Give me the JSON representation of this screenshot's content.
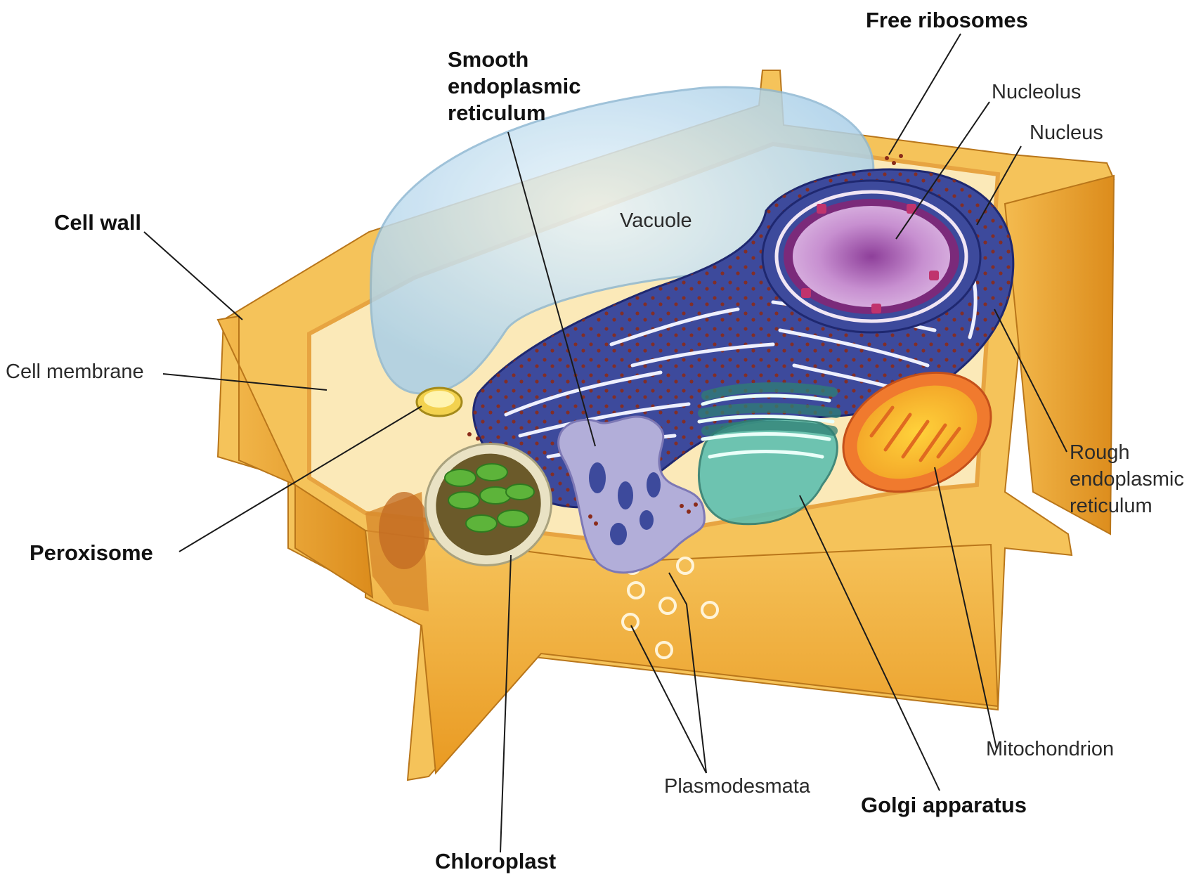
{
  "labels": {
    "free_ribosomes": "Free ribosomes",
    "smooth_er": [
      "Smooth",
      "endoplasmic",
      "reticulum"
    ],
    "nucleolus": "Nucleolus",
    "nucleus": "Nucleus",
    "cell_wall": "Cell wall",
    "vacuole": "Vacuole",
    "cell_membrane": "Cell membrane",
    "rough_er": [
      "Rough",
      "endoplasmic",
      "reticulum"
    ],
    "peroxisome": "Peroxisome",
    "mitochondrion": "Mitochondrion",
    "plasmodesmata": "Plasmodesmata",
    "golgi": "Golgi apparatus",
    "chloroplast": "Chloroplast"
  },
  "colors": {
    "cell_wall": "#f2b447",
    "cytoplasm": "#fbe9b8",
    "vacuole": "#bfdcef",
    "er": "#3d4a9c",
    "nucleus": "#b46bb8",
    "golgi": "#49a89a",
    "mitochondrion": "#f07a2e",
    "chloroplast": "#57a83b",
    "ribosome": "#8a2b1a",
    "leader_line": "#1a1a1a"
  }
}
